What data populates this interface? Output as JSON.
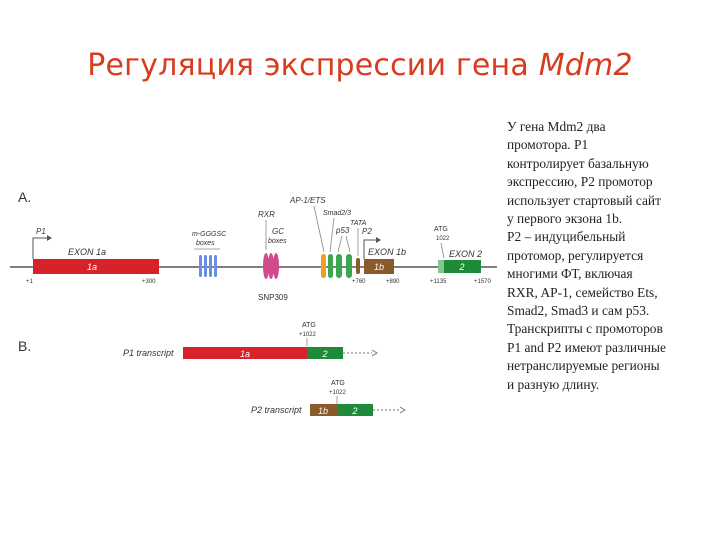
{
  "title": {
    "main": "Регуляция экспрессии гена",
    "gene": "Mdm2"
  },
  "description": {
    "lines": [
      "У гена Mdm2 два",
      "промотора. Р1",
      "контролирует базальную",
      "экспрессию,  Р2 промотор",
      "использует стартовый сайт",
      "у первого экзона 1b.",
      "Р2 – индуцибельный",
      "протомор, регулируется",
      "многими ФТ, включая",
      "RXR, AP-1, семейство Ets,",
      "Smad2, Smad3 и сам p53.",
      "Транскрипты с промоторов",
      "Р1 and P2 имеют различные",
      "нетранслируемые регионы",
      "и разную длину."
    ]
  },
  "panel_a": {
    "label": "A.",
    "promoter_p1": "P1",
    "exon1a_name": "EXON 1a",
    "exon1a_label": "1a",
    "pos_start": "+1",
    "pos_exon1a_end": "+300",
    "mgggsc_line1": "m-GGGSC",
    "mgggsc_line2": "boxes",
    "rxr": "RXR",
    "gc_line1": "GC",
    "gc_line2": "boxes",
    "snp": "SNP309",
    "ap1": "AP-1/ETS",
    "smad": "Smad2/3",
    "p53": "p53",
    "tata": "TATA",
    "promoter_p2": "P2",
    "exon1b_name": "EXON 1b",
    "exon1b_label": "1b",
    "pos_exon1b_start": "+760",
    "pos_exon1b_end": "+890",
    "atg": "ATG",
    "atg_pos": "1022",
    "exon2_name": "EXON 2",
    "exon2_label": "2",
    "pos_exon2_start": "+1135",
    "pos_exon2_end": "+1570"
  },
  "panel_b": {
    "label": "B.",
    "p1_transcript": "P1 transcript",
    "p1_exon1": "1a",
    "p1_exon2": "2",
    "atg1": "ATG",
    "atg1_pos": "+1022",
    "p2_transcript": "P2 transcript",
    "p2_exon1": "1b",
    "p2_exon2": "2",
    "atg2": "ATG",
    "atg2_pos": "+1022"
  },
  "colors": {
    "title": "#d83b1e",
    "exon_1a": "#d8222a",
    "exon_1b": "#8a5a2b",
    "exon_2": "#1f8a3a",
    "box_blue": "#6a8ee8",
    "box_pink": "#d04a8c",
    "box_orange": "#f0a020",
    "box_green": "#3aa650"
  }
}
